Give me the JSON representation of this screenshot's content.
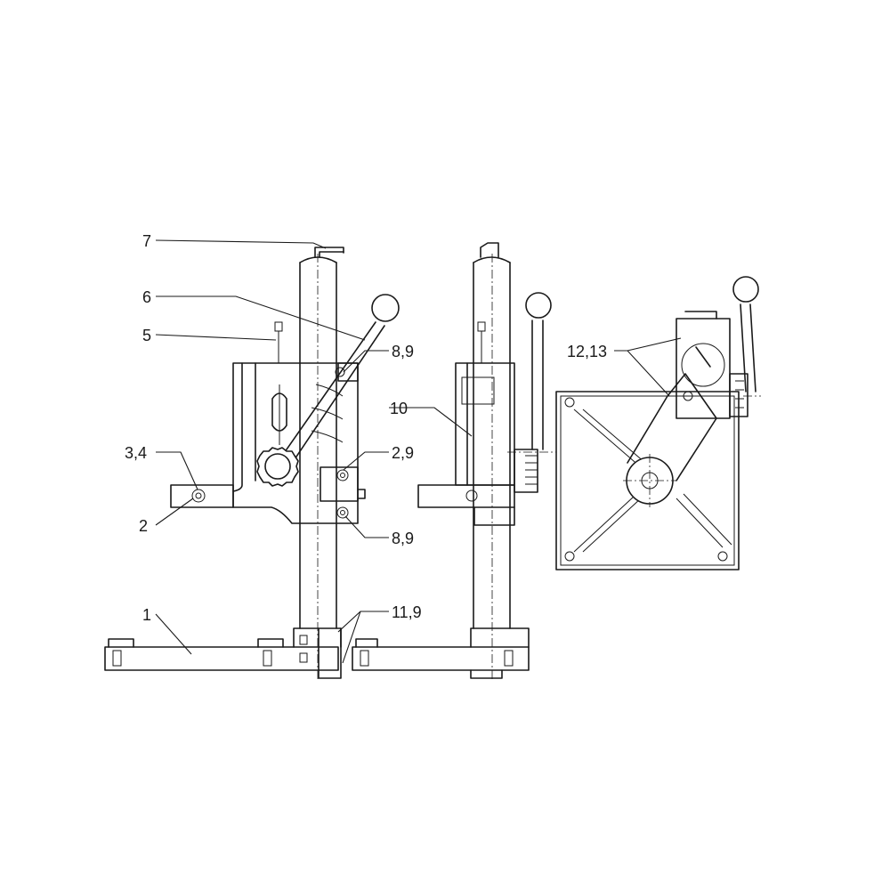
{
  "callouts": [
    {
      "id": "c7",
      "text": "7"
    },
    {
      "id": "c6",
      "text": "6"
    },
    {
      "id": "c5",
      "text": "5"
    },
    {
      "id": "c89a",
      "text": "8,9"
    },
    {
      "id": "c10",
      "text": "10"
    },
    {
      "id": "c34",
      "text": "3,4"
    },
    {
      "id": "c29",
      "text": "2,9"
    },
    {
      "id": "c2",
      "text": "2"
    },
    {
      "id": "c89b",
      "text": "8,9"
    },
    {
      "id": "c1",
      "text": "1"
    },
    {
      "id": "c119",
      "text": "11,9"
    },
    {
      "id": "c1213",
      "text": "12,13"
    }
  ]
}
